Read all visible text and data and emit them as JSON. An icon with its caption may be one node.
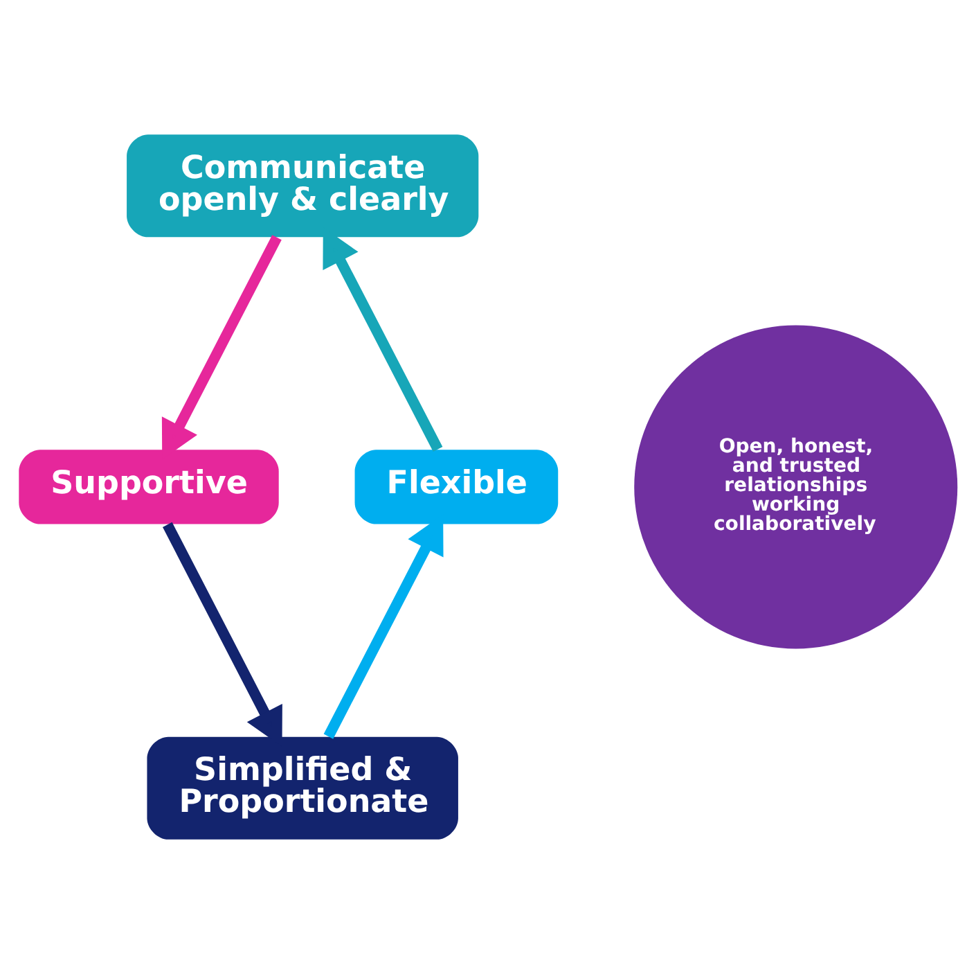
{
  "diagram": {
    "nodes": [
      {
        "text": [
          "Communicate openly & clearly"
        ]
      },
      {
        "text": [
          "Flexible"
        ]
      },
      {
        "text": [
          "Open, honest, and trusted relationships working collaboratively"
        ]
      },
      {
        "text": [
          "Supportive"
        ]
      },
      {
        "text": [
          "Simplified & Proportionate"
        ]
      }
    ],
    "edges": [
      {
        "from": 0,
        "to": 3,
        "arrow": "to",
        "color": "#e6279b"
      },
      {
        "from": 3,
        "to": 4,
        "arrow": "to",
        "color": "#13246e"
      },
      {
        "from": 4,
        "to": 1,
        "arrow": "to",
        "color": "#00aeef"
      },
      {
        "from": 1,
        "to": 0,
        "arrow": "to",
        "color": "#17a6b8"
      }
    ]
  }
}
